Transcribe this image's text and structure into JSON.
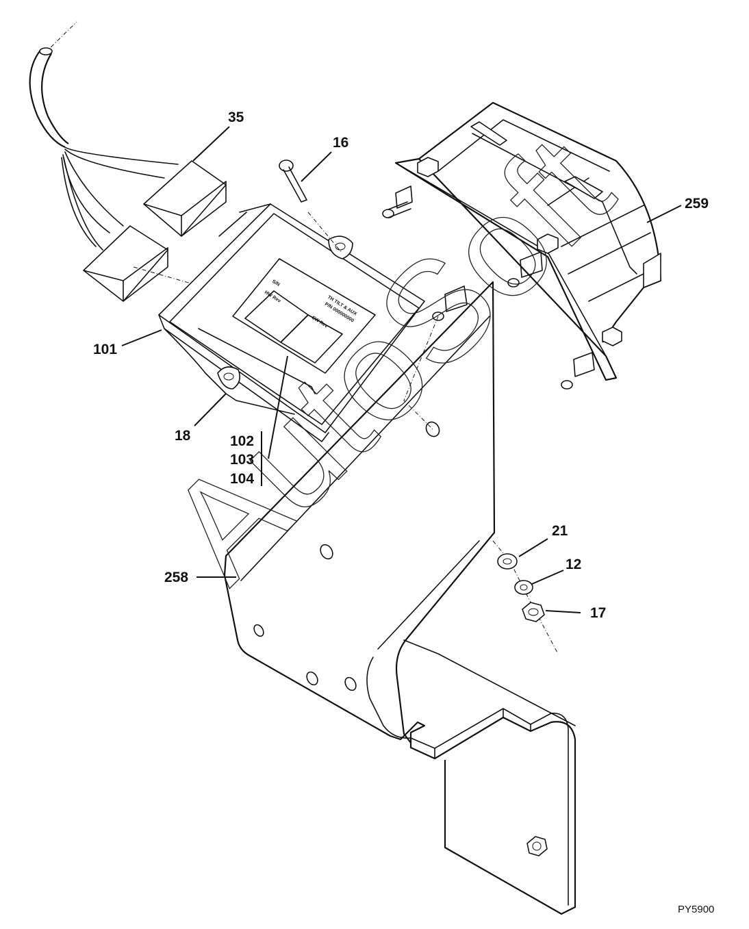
{
  "figure_id": "PY5900",
  "watermark": "AutoSoft",
  "callouts": [
    {
      "id": "35",
      "text": "35"
    },
    {
      "id": "16",
      "text": "16"
    },
    {
      "id": "259",
      "text": "259"
    },
    {
      "id": "101",
      "text": "101"
    },
    {
      "id": "18",
      "text": "18"
    },
    {
      "id": "102",
      "text": "102"
    },
    {
      "id": "103",
      "text": "103"
    },
    {
      "id": "104",
      "text": "104"
    },
    {
      "id": "21",
      "text": "21"
    },
    {
      "id": "12",
      "text": "12"
    },
    {
      "id": "17",
      "text": "17"
    },
    {
      "id": "258",
      "text": "258"
    }
  ],
  "module_label": {
    "sn": "S/N",
    "hw_rev": "HW Rev",
    "sw_rev": "SW Rev",
    "title_line1": "TH TILT & AUX",
    "title_line2": "P/N 000000000"
  }
}
